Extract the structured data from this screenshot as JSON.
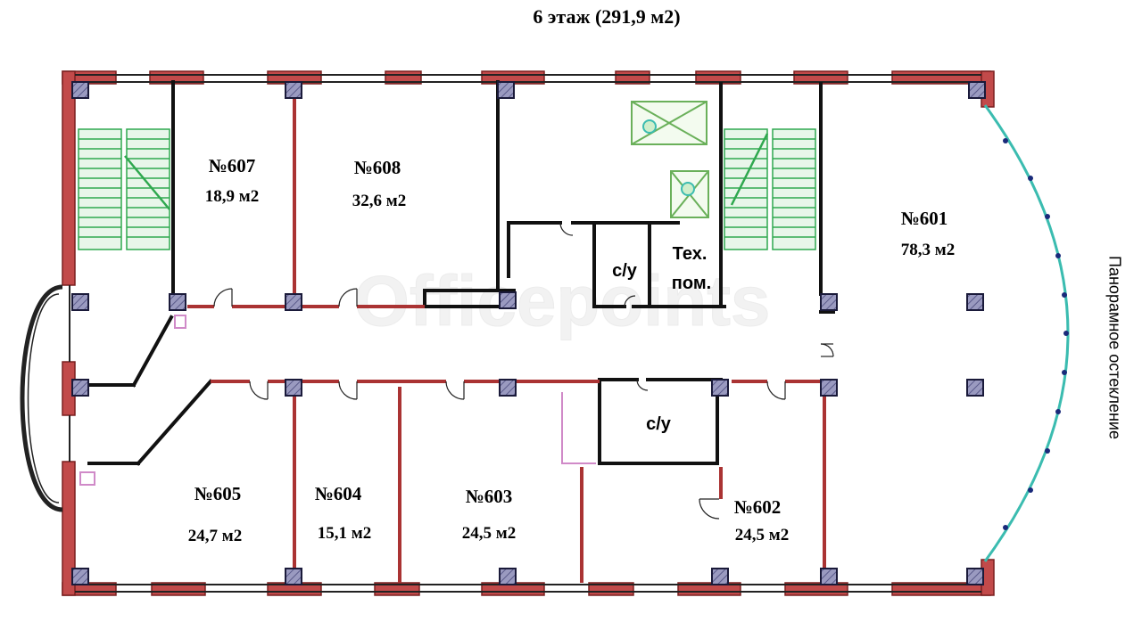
{
  "title": "6 этаж (291,9 м2)",
  "side_label": "Панорамное остекление",
  "rooms": [
    {
      "number": "№607",
      "area": "18,9 м2"
    },
    {
      "number": "№608",
      "area": "32,6 м2"
    },
    {
      "number": "№601",
      "area": "78,3 м2"
    },
    {
      "number": "№605",
      "area": "24,7 м2"
    },
    {
      "number": "№604",
      "area": "15,1 м2"
    },
    {
      "number": "№603",
      "area": "24,5 м2"
    },
    {
      "number": "№602",
      "area": "24,5 м2"
    }
  ],
  "utility": {
    "wc_top": "с/у",
    "tech_line1": "Тех.",
    "tech_line2": "пом.",
    "wc_bottom": "с/у"
  },
  "watermark": "Officepoints",
  "colors": {
    "wall": "#b84a4a",
    "wall_dark": "#7a2020",
    "column": "#8c8cb4",
    "stair": "#2fa84f",
    "elevator": "#7fc46a",
    "glass": "#3bbcb0"
  }
}
